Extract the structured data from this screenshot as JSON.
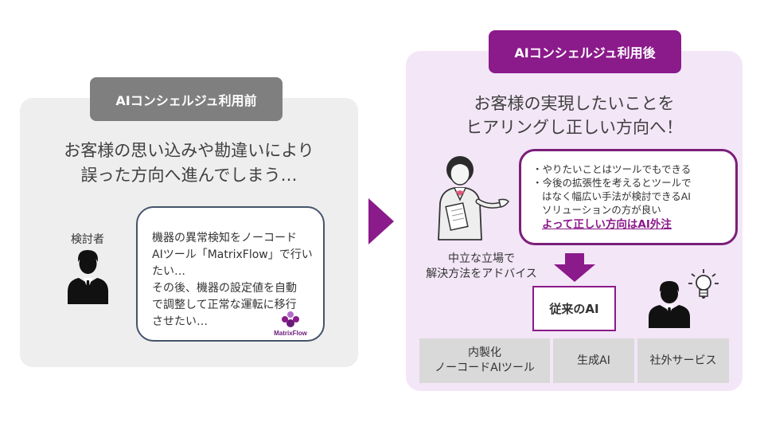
{
  "before": {
    "tag": "AIコンシェルジュ利用前",
    "heading_lines": [
      "お客様の思い込みや勘違いにより",
      "誤った方向へ進んでしまう…"
    ],
    "person_label": "検討者",
    "bubble_lines": [
      "機器の異常検知をノーコード",
      "AIツール「MatrixFlow」で行い",
      "たい…",
      "その後、機器の設定値を自動",
      "で調整して正常な運転に移行",
      "させたい…"
    ],
    "logo_text": "MatrixFlow"
  },
  "after": {
    "tag": "AIコンシェルジュ利用後",
    "heading_lines": [
      "お客様の実現したいことを",
      "ヒアリングし正しい方向へ！"
    ],
    "consultant_caption_lines": [
      "中立な立場で",
      "解決方法をアドバイス"
    ],
    "bubble": {
      "bullet1": "・やりたいことはツールでもできる",
      "bullet2_lines": [
        "・今後の拡張性を考えるとツールで",
        "はなく幅広い手法が検討できるAI",
        "ソリューションの方が良い"
      ],
      "emphasis": "よって正しい方向はAI外注"
    },
    "conventional_ai": "従来のAI",
    "categories": [
      {
        "lines": [
          "内製化",
          "ノーコードAIツール"
        ]
      },
      {
        "lines": [
          "生成AI"
        ]
      },
      {
        "lines": [
          "社外サービス"
        ]
      }
    ]
  },
  "colors": {
    "accent": "#8b1a8b",
    "gray_tag": "#7f7f7f",
    "left_panel": "#eeeeee",
    "right_panel": "#f3e6f7",
    "category_bg": "#d9d9d9"
  },
  "icons": [
    "business-person-icon",
    "consultant-woman-icon",
    "matrixflow-logo",
    "lightbulb-icon",
    "right-arrow-icon",
    "down-arrow-icon"
  ]
}
